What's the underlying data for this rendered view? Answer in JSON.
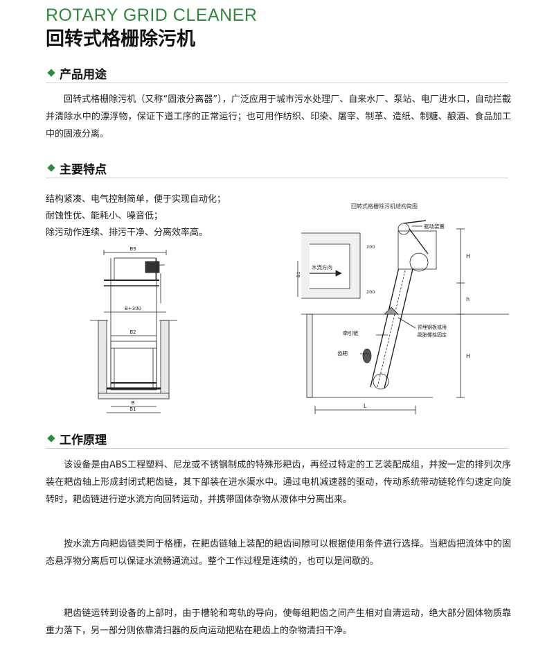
{
  "header": {
    "title_en": "ROTARY GRID CLEANER",
    "title_cn": "回转式格栅除污机"
  },
  "sections": {
    "usage": {
      "title": "产品用途",
      "text": "回转式格栅除污机（又称“固液分离器”），广泛应用于城市污水处理厂、自来水厂、泵站、电厂进水口，自动拦截并清除水中的漂浮物，保证下道工序的正常运行；也可用作纺织、印染、屠宰、制革、造纸、制糖、酿酒、食品加工中的固液分离。"
    },
    "features": {
      "title": "主要特点",
      "items": [
        "结构紧凑、电气控制简单，便于实现自动化；",
        "耐蚀性优、能耗小、噪音低；",
        "除污动作连续、排污干净、分离效率高。"
      ]
    },
    "principle": {
      "title": "工作原理",
      "paragraphs": [
        "该设备是由ABS工程塑料、尼龙或不锈钢制成的特殊形耙齿，再经过特定的工艺装配成组，并按一定的排列次序装在耙齿轴上形成封闭式耙齿链，其下部装在进水渠水中。通过电机减速器的驱动，传动系统带动链轮作匀速定向旋转时，耙齿链进行逆水流方向回转运动，并携带固体杂物从液体中分离出来。",
        "按水流方向耙齿链类同于格栅，在耙齿链轴上装配的耙齿间隙可以根据使用条件进行选择。当耙齿把流体中的固态悬浮物分离后可以保证水流畅通流过。整个工作过程是连续的，也可以是间歇的。",
        "耙齿链运转到设备的上部时，由于槽轮和弯轨的导向，使每组耙齿之间产生相对自清运动，绝大部分固体物质靠重力落下，另一部分则依靠清扫器的反向运动把粘在耙齿上的杂物清扫干净。"
      ]
    }
  },
  "diagram_front": {
    "labels": {
      "b3": "B3",
      "b300": "B+300",
      "b2": "B2",
      "b": "B",
      "b1": "B1"
    }
  },
  "diagram_side": {
    "caption": "回转式格栅除污机结构简图",
    "labels": {
      "drive": "驱动装置",
      "flow": "水流方向",
      "chain": "牵引链",
      "rake": "齿耙",
      "embed": "预埋钢板或用",
      "embed2": "膨胀螺栓固定",
      "d200a": "200",
      "d200b": "200",
      "b1": "B1",
      "h_upper": "H",
      "h_mid": "h",
      "h_lower": "H",
      "l": "L"
    }
  },
  "colors": {
    "accent": "#2e8a3a"
  }
}
